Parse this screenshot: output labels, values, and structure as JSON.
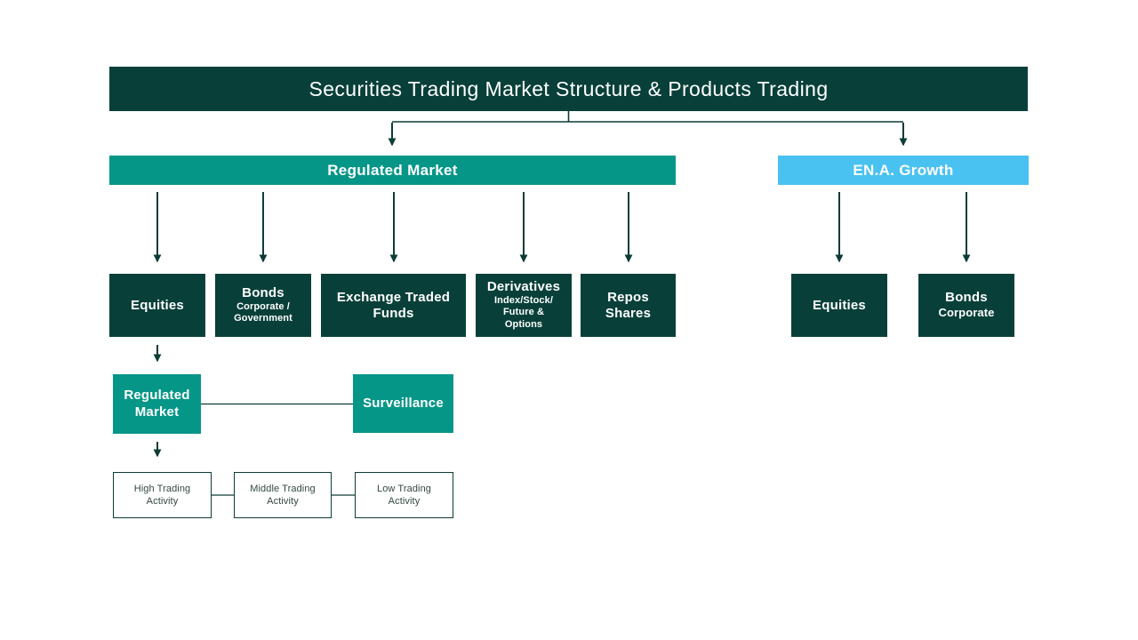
{
  "title": "Securities Trading Market Structure & Products Trading",
  "colors": {
    "dark_teal": "#084039",
    "teal": "#069688",
    "light_blue": "#4ac2f1",
    "line": "#0d3c36",
    "activity_text": "#33473f",
    "bg": "#ffffff"
  },
  "branches": {
    "regulated": {
      "label": "Regulated Market"
    },
    "ena": {
      "label": "EN.A. Growth"
    }
  },
  "regulated_products": [
    {
      "title_lines": [
        "Equities"
      ],
      "sub_lines": []
    },
    {
      "title_lines": [
        "Bonds"
      ],
      "sub_lines": [
        "Corporate /",
        "Government"
      ]
    },
    {
      "title_lines": [
        "Exchange Traded",
        "Funds"
      ],
      "sub_lines": []
    },
    {
      "title_lines": [
        "Derivatives"
      ],
      "sub_lines": [
        "Index/Stock/",
        "Future &",
        "Options"
      ]
    },
    {
      "title_lines": [
        "Repos",
        "Shares"
      ],
      "sub_lines": []
    }
  ],
  "ena_products": [
    {
      "title_lines": [
        "Equities"
      ],
      "sub_lines": []
    },
    {
      "title_lines": [
        "Bonds"
      ],
      "sub_lines": [
        "Corporate"
      ]
    }
  ],
  "sub_nodes": {
    "regulated_market": {
      "lines": [
        "Regulated",
        "Market"
      ]
    },
    "surveillance": {
      "lines": [
        "Surveillance"
      ]
    }
  },
  "activity_boxes": [
    {
      "lines": [
        "High Trading",
        "Activity"
      ]
    },
    {
      "lines": [
        "Middle Trading",
        "Activity"
      ]
    },
    {
      "lines": [
        "Low Trading",
        "Activity"
      ]
    }
  ]
}
